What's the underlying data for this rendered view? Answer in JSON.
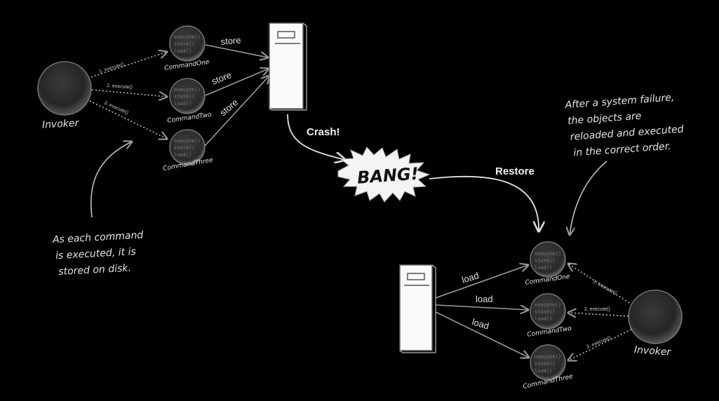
{
  "left_group": {
    "invoker_label": "Invoker",
    "commands": [
      {
        "name": "CommandOne",
        "methods": [
          "execute()",
          "store()",
          "load()"
        ],
        "call_label": "1. execute()",
        "arrow_label": "store"
      },
      {
        "name": "CommandTwo",
        "methods": [
          "execute()",
          "store()",
          "load()"
        ],
        "call_label": "2. execute()",
        "arrow_label": "store"
      },
      {
        "name": "CommandThree",
        "methods": [
          "execute()",
          "store()",
          "load()"
        ],
        "call_label": "3. execute()",
        "arrow_label": "store"
      }
    ]
  },
  "crash_label": "Crash!",
  "bang_label": "BANG!",
  "restore_label": "Restore",
  "note_left": [
    "As each command",
    "is executed, it is",
    "stored on disk."
  ],
  "note_right": [
    "After a system failure,",
    "the objects are",
    "reloaded and executed",
    "in the correct order."
  ],
  "right_group": {
    "invoker_label": "Invoker",
    "commands": [
      {
        "name": "CommandOne",
        "methods": [
          "execute()",
          "store()",
          "load()"
        ],
        "call_label": "1. execute()",
        "arrow_label": "load"
      },
      {
        "name": "CommandTwo",
        "methods": [
          "execute()",
          "store()",
          "load()"
        ],
        "call_label": "2. execute()",
        "arrow_label": "load"
      },
      {
        "name": "CommandThree",
        "methods": [
          "execute()",
          "store()",
          "load()"
        ],
        "call_label": "3. execute()",
        "arrow_label": "load"
      }
    ]
  }
}
